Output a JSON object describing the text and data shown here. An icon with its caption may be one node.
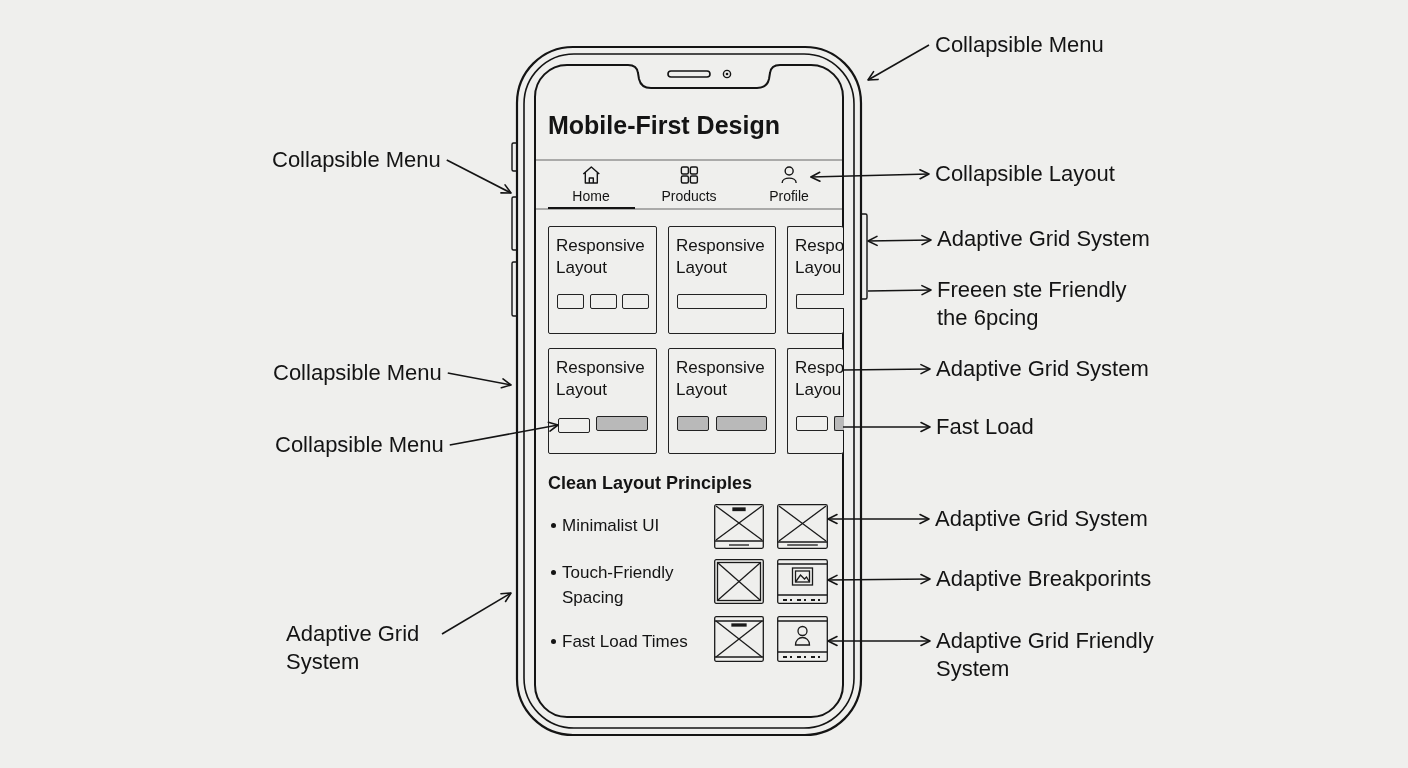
{
  "diagram": {
    "nodes": [
      {
        "text": [
          "Mobile-First Design",
          "Clean Layout Principles",
          "Minimalist UI",
          "Touch-Friendly Spacing",
          "Fast Load Times"
        ]
      },
      {
        "text": [
          "Home"
        ],
        "in": 0
      },
      {
        "text": [
          "Products"
        ],
        "in": 0
      },
      {
        "text": [
          "Profile"
        ],
        "in": 0
      },
      {
        "text": [
          "Responsive Layout"
        ],
        "in": 0
      },
      {
        "text": [
          "Responsive Layout"
        ],
        "in": 0
      },
      {
        "text": [
          "Respo Layou"
        ],
        "in": 0
      },
      {
        "text": [
          "Responsive Layout"
        ],
        "in": 0
      },
      {
        "text": [
          "Responsive Layout"
        ],
        "in": 0
      },
      {
        "text": [
          "Respo Layou"
        ],
        "in": 0
      },
      {
        "text": [],
        "shape": "box",
        "in": 7
      },
      {
        "text": [],
        "shape": "picture",
        "in": 0
      },
      {
        "text": [],
        "shape": "picture",
        "in": 0
      },
      {
        "text": [],
        "shape": "picture",
        "in": 0
      },
      {
        "text": [
          "Collapsible Menu"
        ]
      },
      {
        "text": [
          "Collapsible Menu"
        ]
      },
      {
        "text": [
          "Collapsible Layout"
        ]
      },
      {
        "text": [
          "Adaptive Grid System"
        ]
      },
      {
        "text": [
          "Freeen ste Friendly the 6pcing"
        ]
      },
      {
        "text": [
          "Collapsible Menu"
        ]
      },
      {
        "text": [
          "Adaptive Grid System"
        ]
      },
      {
        "text": [
          "Collapsible Menu"
        ]
      },
      {
        "text": [
          "Fast Load"
        ]
      },
      {
        "text": [
          "Adaptive Grid System"
        ]
      },
      {
        "text": [
          "Adaptive Breakporints"
        ]
      },
      {
        "text": [
          "Adaptive Grid System"
        ]
      },
      {
        "text": [
          "Adaptive Grid Friendly System"
        ]
      }
    ],
    "edges": [
      {
        "from": 14,
        "to": 0,
        "arrow": "to"
      },
      {
        "from": 15,
        "to": 0,
        "arrow": "to"
      },
      {
        "from": 3,
        "to": 16,
        "arrow": "both"
      },
      {
        "from": 0,
        "to": 17,
        "arrow": "both"
      },
      {
        "from": 0,
        "to": 18,
        "arrow": "to"
      },
      {
        "from": 19,
        "to": 0,
        "arrow": "to"
      },
      {
        "from": 9,
        "to": 20,
        "arrow": "to"
      },
      {
        "from": 21,
        "to": 10,
        "arrow": "to"
      },
      {
        "from": 9,
        "to": 22,
        "arrow": "to"
      },
      {
        "from": 11,
        "to": 23,
        "arrow": "both"
      },
      {
        "from": 12,
        "to": 24,
        "arrow": "both"
      },
      {
        "from": 25,
        "to": 0,
        "arrow": "to"
      },
      {
        "from": 13,
        "to": 26,
        "arrow": "both"
      }
    ]
  }
}
